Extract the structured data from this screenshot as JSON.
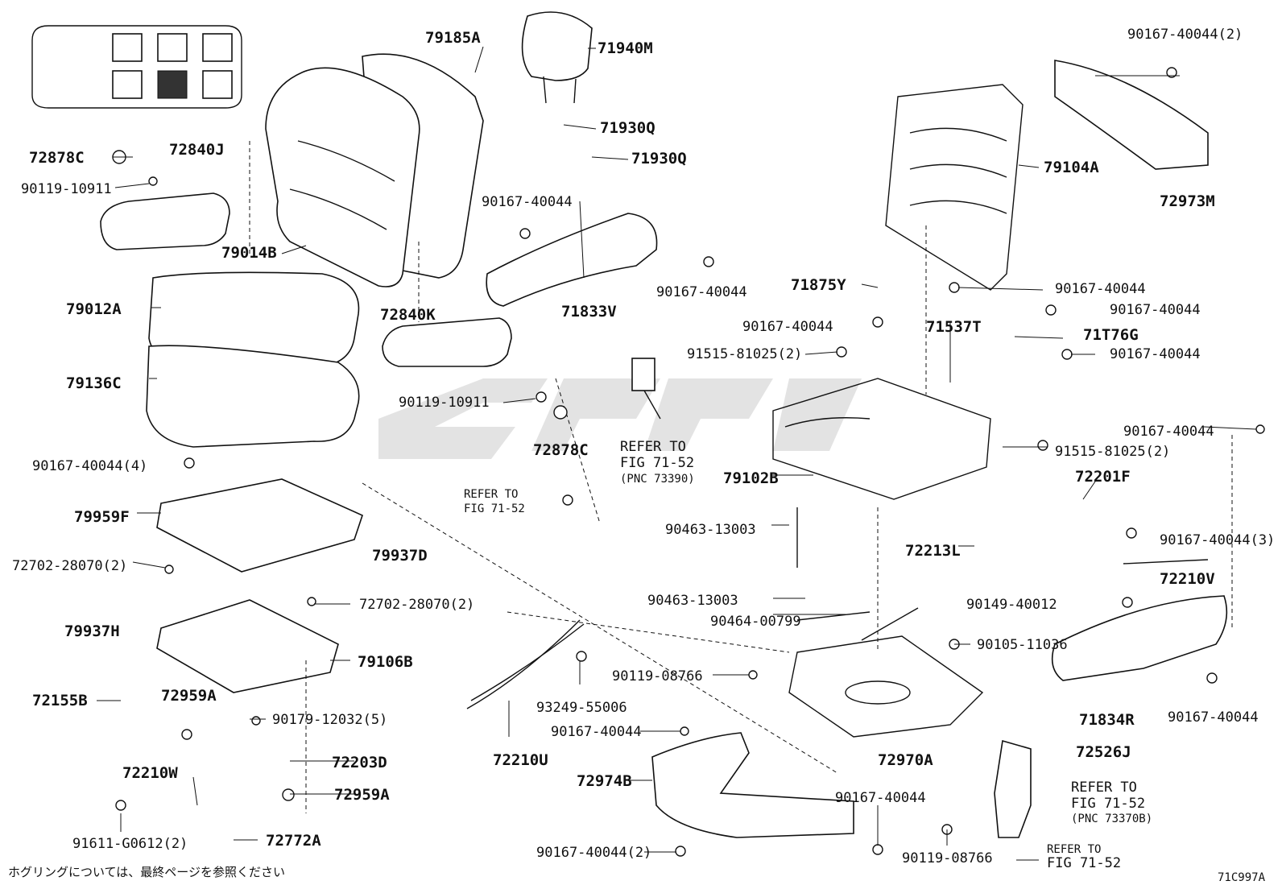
{
  "diagram_code": "71C997A",
  "footnote": "ホグリングについては、最終ページを参照ください",
  "parts": {
    "p79185A": "79185A",
    "p71940M": "71940M",
    "p71930Q_a": "71930Q",
    "p71930Q_b": "71930Q",
    "p90167_40044_2": "90167-40044(2)",
    "p79104A": "79104A",
    "p72973M": "72973M",
    "p72878C_a": "72878C",
    "p72840J": "72840J",
    "p90119_10911_a": "90119-10911",
    "p79014B": "79014B",
    "p90167_40044_a": "90167-40044",
    "p90167_40044_b": "90167-40044",
    "p79012A": "79012A",
    "p72840K": "72840K",
    "p71833V": "71833V",
    "p71875Y": "71875Y",
    "p90167_40044_c": "90167-40044",
    "p90167_40044_d": "90167-40044",
    "p90167_40044_e": "90167-40044",
    "p71537T": "71537T",
    "p71T76G": "71T76G",
    "p91515_81025_2a": "91515-81025(2)",
    "p90167_40044_f": "90167-40044",
    "p79136C": "79136C",
    "p90119_10911_b": "90119-10911",
    "p72878C_b": "72878C",
    "refer_1": "REFER TO",
    "refer_1b": "FIG 71-52",
    "refer_1c": "(PNC 73390)",
    "p79102B": "79102B",
    "p90167_40044_g": "90167-40044",
    "p91515_81025_2b": "91515-81025(2)",
    "p90167_40044_4": "90167-40044(4)",
    "refer_2": "REFER TO",
    "refer_2b": "FIG 71-52",
    "p72201F": "72201F",
    "p79959F": "79959F",
    "p90463_13003_a": "90463-13003",
    "p90167_40044_3": "90167-40044(3)",
    "p79937D": "79937D",
    "p72213L": "72213L",
    "p72702_28070_2a": "72702-28070(2)",
    "p72210V": "72210V",
    "p90463_13003_b": "90463-13003",
    "p90149_40012": "90149-40012",
    "p72702_28070_2b": "72702-28070(2)",
    "p79937H": "79937H",
    "p90464_00799": "90464-00799",
    "p90105_11036": "90105-11036",
    "p79106B": "79106B",
    "p90119_08766_a": "90119-08766",
    "p72155B": "72155B",
    "p72959A_a": "72959A",
    "p93249_55006": "93249-55006",
    "p71834R": "71834R",
    "p90167_40044_h": "90167-40044",
    "p90179_12032_5": "90179-12032(5)",
    "p90167_40044_i": "90167-40044",
    "p72526J": "72526J",
    "p72203D": "72203D",
    "p72210U": "72210U",
    "p72970A": "72970A",
    "p72210W": "72210W",
    "p72959A_b": "72959A",
    "p72974B": "72974B",
    "refer_3": "REFER TO",
    "refer_3b": "FIG 71-52",
    "refer_3c": "(PNC 73370B)",
    "p90167_40044_j": "90167-40044",
    "p72772A": "72772A",
    "p91611_G0612_2": "91611-G0612(2)",
    "p90167_40044_2b": "90167-40044(2)",
    "p90119_08766_b": "90119-08766",
    "refer_4": "REFER TO",
    "refer_4b": "FIG 71-52"
  }
}
